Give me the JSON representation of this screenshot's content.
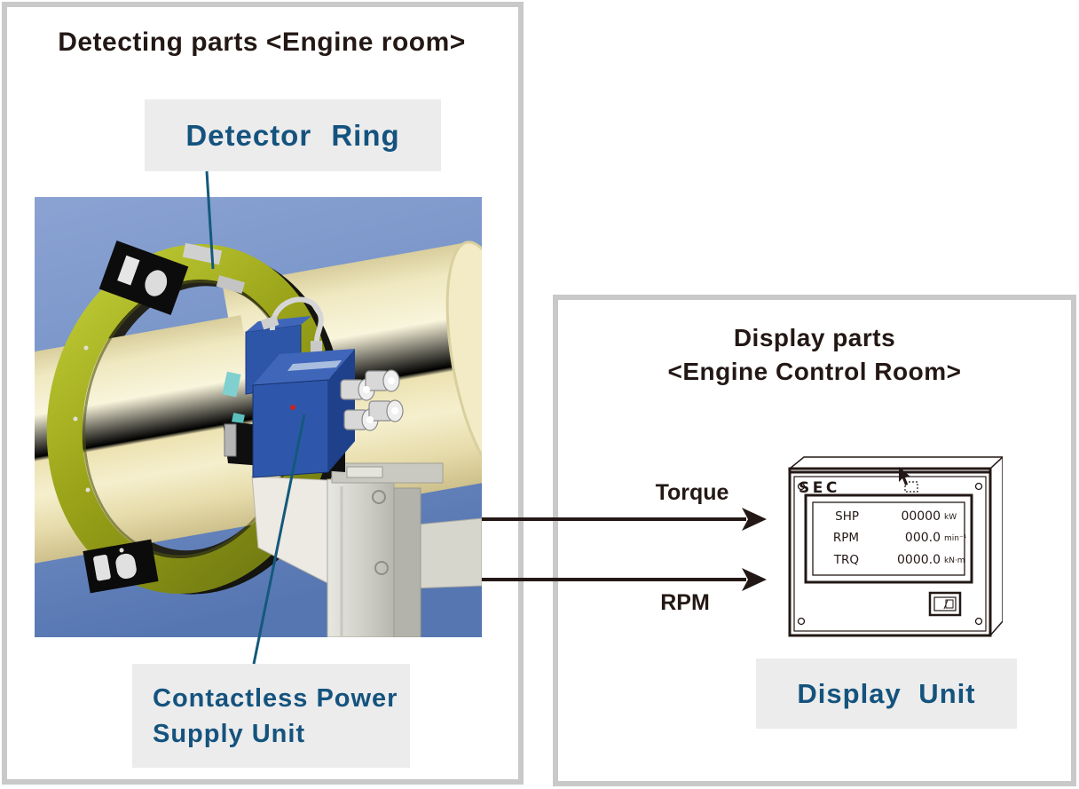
{
  "left_panel": {
    "title": "Detecting parts <Engine room>",
    "detector_ring_label": "Detector Ring",
    "power_supply_label": {
      "line1": "Contactless Power",
      "line2": "Supply Unit"
    }
  },
  "right_panel": {
    "title": {
      "line1": "Display parts",
      "line2": "<Engine Control Room>"
    },
    "display_unit_label": "Display Unit"
  },
  "signals": {
    "top": "Torque",
    "bottom": "RPM"
  },
  "display_unit": {
    "brand": "SEC",
    "rows": [
      {
        "label": "SHP",
        "value": "00000",
        "unit": "kW"
      },
      {
        "label": "RPM",
        "value": "000.0",
        "unit": "min⁻¹"
      },
      {
        "label": "TRQ",
        "value": "0000.0",
        "unit": "kN·m"
      }
    ]
  },
  "colors": {
    "panel_border": "#c9c9c9",
    "label_box_bg": "#ececec",
    "accent_blue_text": "#14537e",
    "ink": "#231815",
    "leader_line": "#14597c",
    "photo_sky": "#7b96c8",
    "photo_shaft": "#efe7bd",
    "photo_ring": "#9aa318",
    "photo_unit_blue": "#2e57ab"
  }
}
